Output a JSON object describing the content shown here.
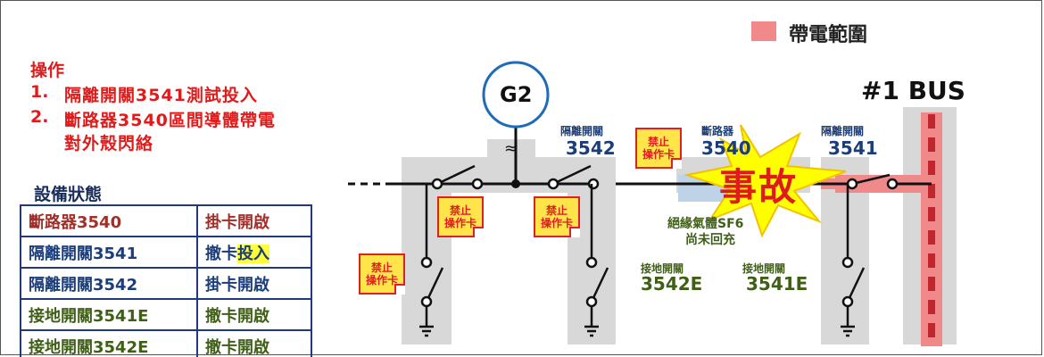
{
  "legend": {
    "label": "帶電範圍",
    "color": "#f08a8a"
  },
  "operation": {
    "title": "操作",
    "steps": [
      {
        "num": "1.",
        "text": "隔離開關3541測試投入"
      },
      {
        "num": "2.",
        "text": "斷路器3540區間導體帶電"
      }
    ],
    "step2_line2": "對外殼閃絡"
  },
  "status": {
    "title": "設備狀態",
    "rows": [
      {
        "device": "斷路器3540",
        "state": "掛卡開啟",
        "device_color": "#a0302a",
        "state_color": "#a0302a"
      },
      {
        "device": "隔離開關3541",
        "state_prefix": "撤卡",
        "state_highlight": "投入",
        "device_color": "#1b3d7a",
        "state_color": "#1b3d7a"
      },
      {
        "device": "隔離開關3542",
        "state": "掛卡開啟",
        "device_color": "#1b3d7a",
        "state_color": "#1b3d7a"
      },
      {
        "device": "接地開關3541E",
        "state": "撤卡開啟",
        "device_color": "#3f5f16",
        "state_color": "#3f5f16"
      },
      {
        "device": "接地開關3542E",
        "state": "撤卡開啟",
        "device_color": "#3f5f16",
        "state_color": "#3f5f16"
      }
    ]
  },
  "diagram": {
    "generator": "G2",
    "bus": "#1 BUS",
    "iso3542": {
      "type": "隔離開關",
      "id": "3542"
    },
    "cb3540": {
      "type": "斷路器",
      "id": "3540"
    },
    "iso3541": {
      "type": "隔離開關",
      "id": "3541"
    },
    "earth3542e": {
      "type": "接地開關",
      "id": "3542E"
    },
    "earth3541e": {
      "type": "接地開關",
      "id": "3541E"
    },
    "gis_line1": "絕緣氣體SF6",
    "gis_line2": "尚未回充",
    "card_line1": "禁止",
    "card_line2": "操作卡",
    "fault": "事故",
    "colors": {
      "energized": "#f08a8a",
      "bus_bar": "#c0262e",
      "equipment_bg": "#d8d8d8",
      "fault_star": "#ffff00"
    }
  }
}
